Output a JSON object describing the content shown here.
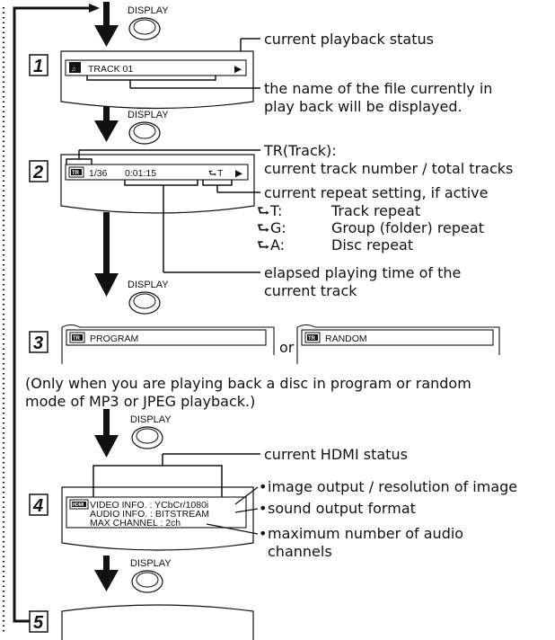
{
  "button_label": "DISPLAY",
  "steps": {
    "s1": "1",
    "s2": "2",
    "s3": "3",
    "s4": "4",
    "s5": "5"
  },
  "screen1": {
    "icon": "MP3",
    "text": "TRACK 01",
    "status_glyph": "▶"
  },
  "screen2": {
    "icon": "TR",
    "track": "1/36",
    "time": "0:01:15",
    "repeat": "T",
    "status_glyph": "▶"
  },
  "screen3": {
    "program_icon": "TR",
    "program_text": "PROGRAM",
    "or_text": "or",
    "random_icon": "TR",
    "random_text": "RANDOM"
  },
  "screen4": {
    "icon": "HDMI",
    "line1": "VIDEO INFO.  :  YCbCr/1080i",
    "line2": "AUDIO INFO.  :  BITSTREAM",
    "line3": "MAX CHANNEL : 2ch"
  },
  "annotations": {
    "a1": "current playback status",
    "a2_line1": "the name of the file currently in",
    "a2_line2": "play back will be displayed.",
    "tr_line1": "TR(Track):",
    "tr_line2": "current track number / total tracks",
    "repeat_line": "current repeat setting, if active",
    "repeat_t_key": "T:",
    "repeat_t_val": "Track repeat",
    "repeat_g_key": "G:",
    "repeat_g_val": "Group (folder) repeat",
    "repeat_a_key": "A:",
    "repeat_a_val": "Disc repeat",
    "elapsed_line1": "elapsed playing time of the",
    "elapsed_line2": "current track",
    "note_line1": "(Only when you are playing back a disc in program or random",
    "note_line2": "mode of MP3 or JPEG playback.)",
    "hdmi_status": "current HDMI status",
    "bullet1": "image output / resolution of image",
    "bullet2": "sound output format",
    "bullet3_line1": "maximum number of audio",
    "bullet3_line2": "channels",
    "bullet_glyph": "•"
  }
}
